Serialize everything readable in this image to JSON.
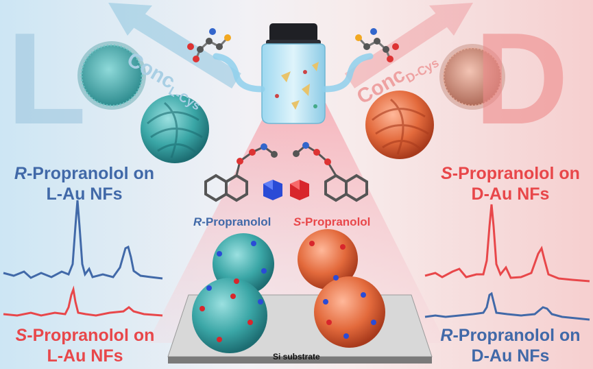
{
  "letters": {
    "left": "L",
    "right": "D"
  },
  "conc": {
    "left": {
      "main": "Conc",
      "sub": "L-Cys"
    },
    "right": {
      "main": "Conc",
      "sub": "D-Cys"
    }
  },
  "panels": {
    "top_left": {
      "prefix": "R",
      "rest": "-Propranolol on",
      "line2": "L-Au NFs"
    },
    "bottom_left": {
      "prefix": "S",
      "rest": "-Propranolol on",
      "line2": "L-Au NFs"
    },
    "top_right": {
      "prefix": "S",
      "rest": "-Propranolol on",
      "line2": "D-Au NFs"
    },
    "bottom_right": {
      "prefix": "R",
      "rest": "-Propranolol on",
      "line2": "D-Au NFs"
    }
  },
  "molecules": {
    "left": {
      "prefix": "R",
      "rest": "-Propranolol"
    },
    "right": {
      "prefix": "S",
      "rest": "-Propranolol"
    }
  },
  "substrate": "Si substrate",
  "colors": {
    "blue": "#4169a8",
    "red": "#e8474a",
    "teal": "#3aa6a6",
    "orange": "#e36a3c"
  }
}
